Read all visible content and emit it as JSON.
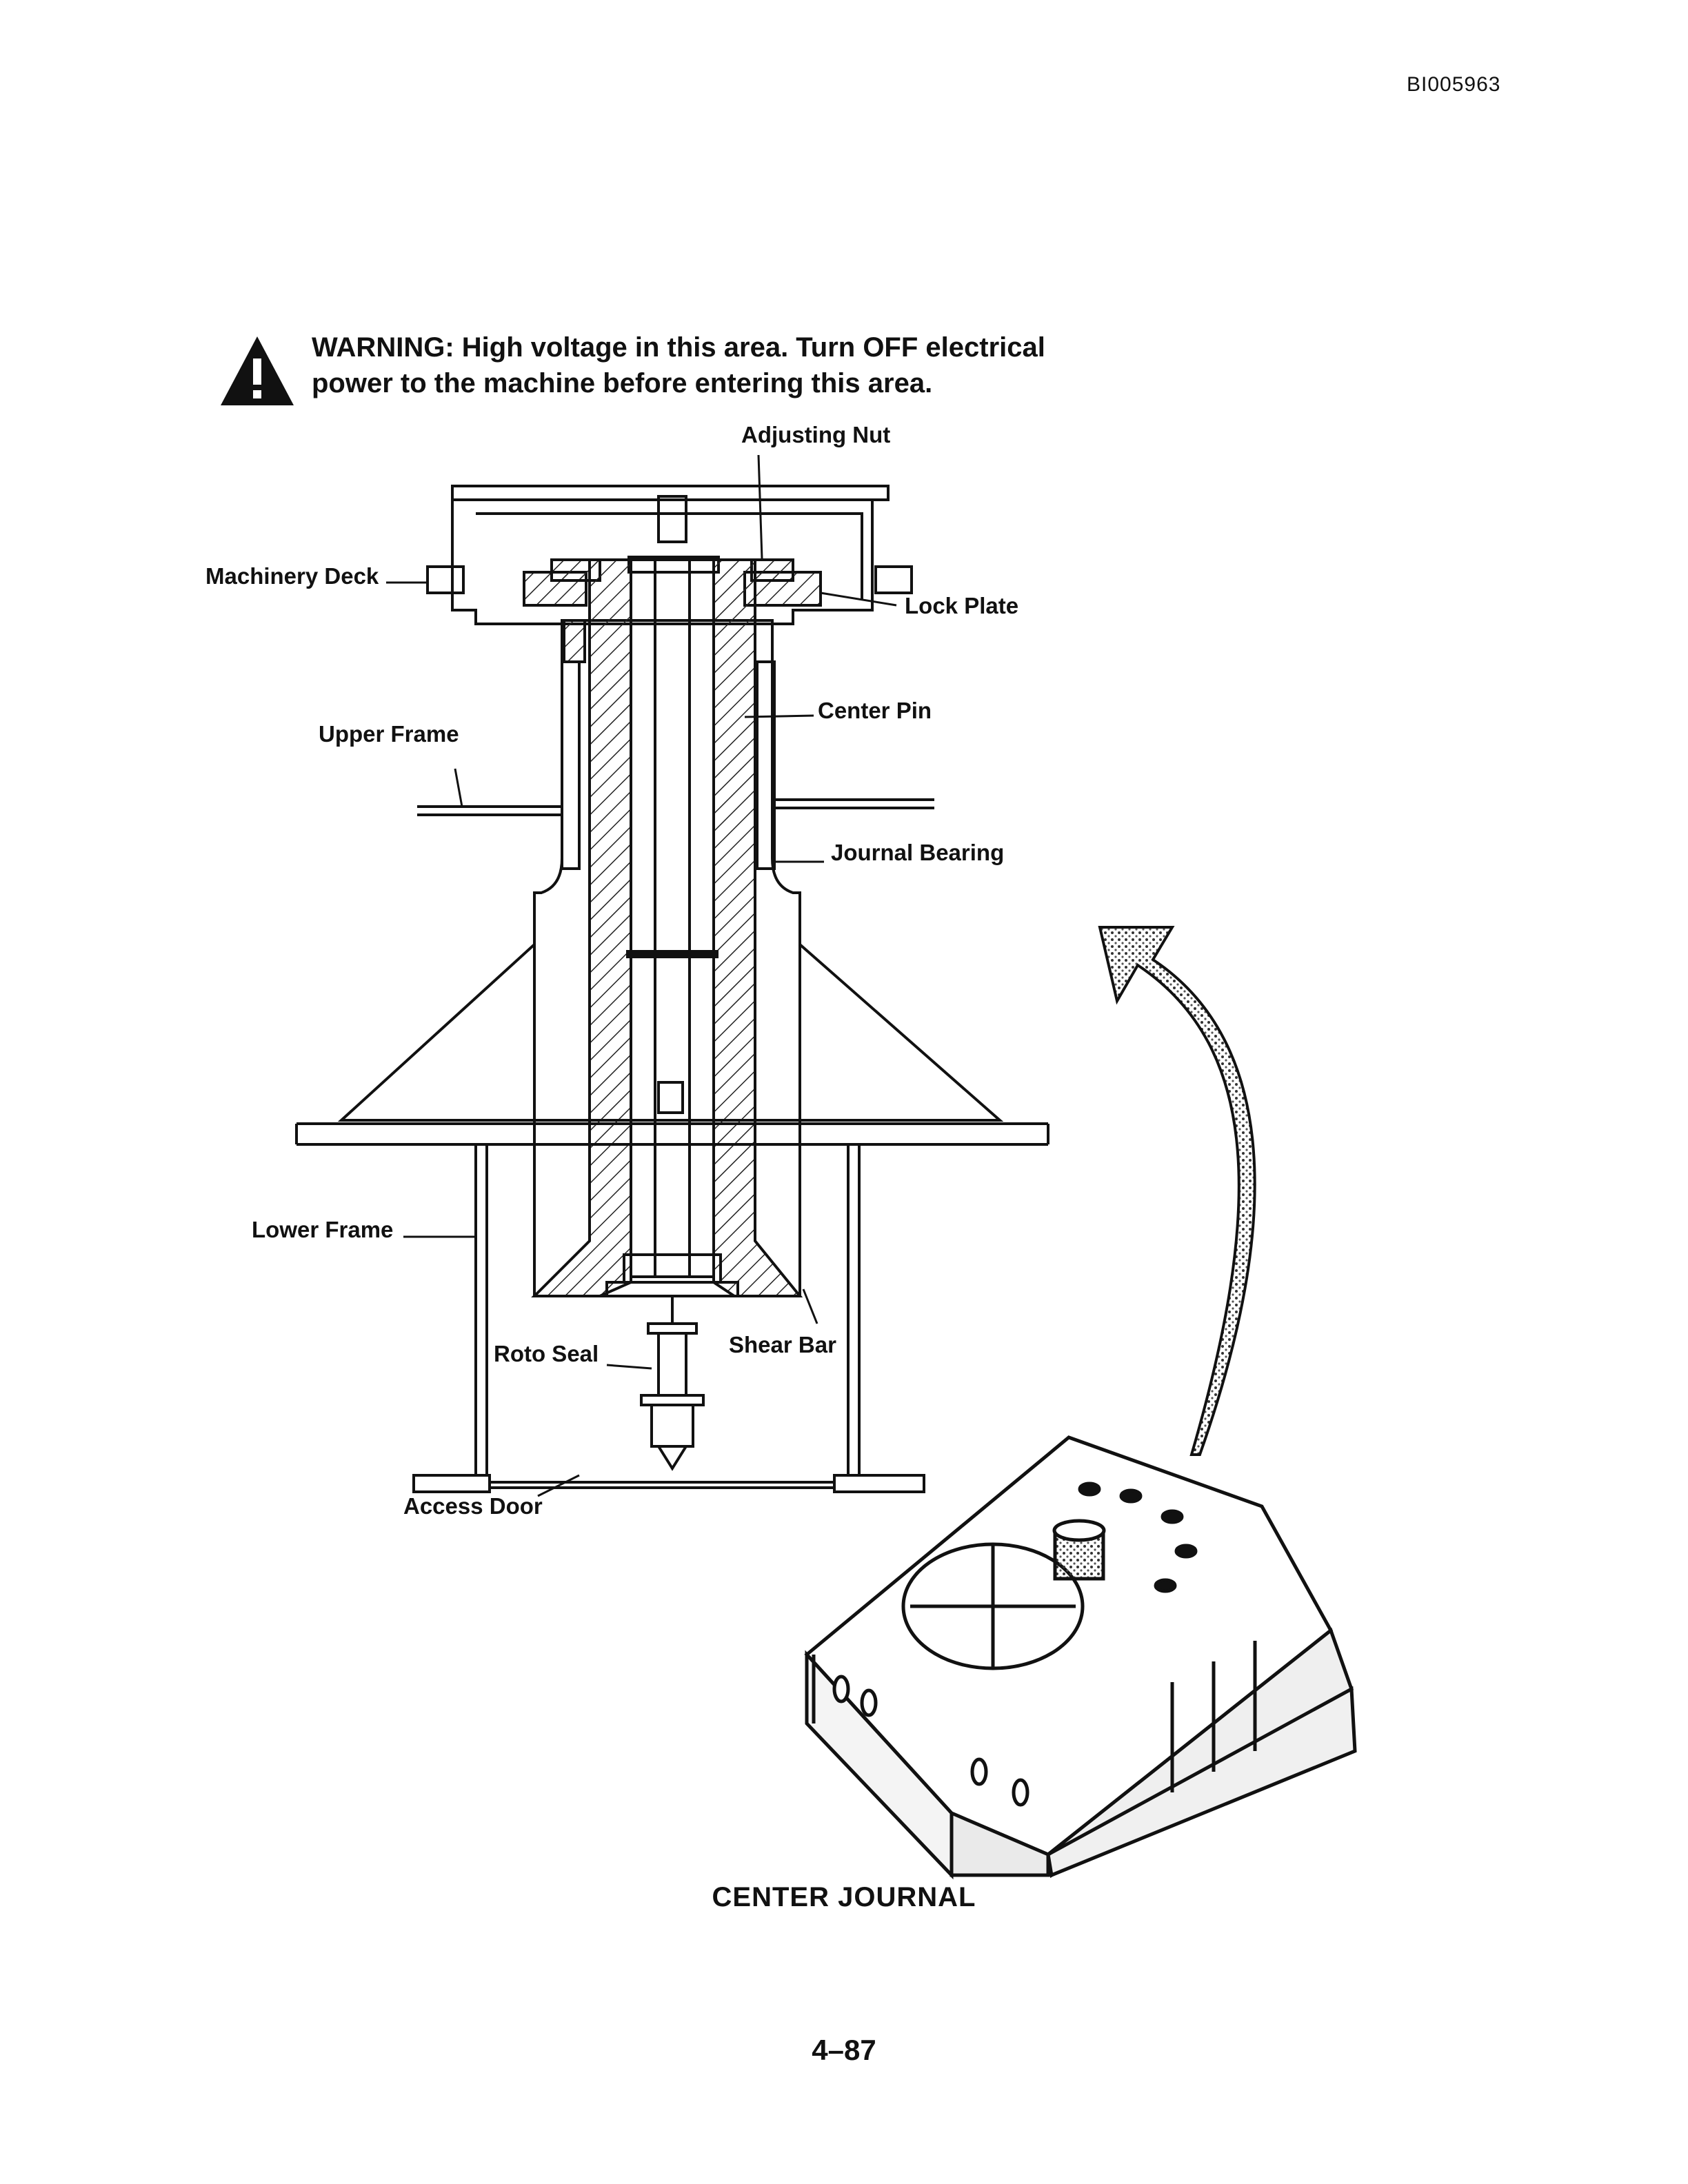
{
  "document_id": "BI005963",
  "warning": {
    "icon": "warning-triangle-icon",
    "line1": "WARNING:  High voltage in this area. Turn OFF electrical",
    "line2": "power to the machine before entering this area."
  },
  "labels": {
    "adjusting_nut": "Adjusting Nut",
    "machinery_deck": "Machinery Deck",
    "lock_plate": "Lock Plate",
    "center_pin": "Center Pin",
    "upper_frame": "Upper Frame",
    "journal_bearing": "Journal Bearing",
    "lower_frame": "Lower Frame",
    "roto_seal": "Roto Seal",
    "shear_bar": "Shear Bar",
    "access_door": "Access Door"
  },
  "caption": "CENTER JOURNAL",
  "page_number": "4–87"
}
